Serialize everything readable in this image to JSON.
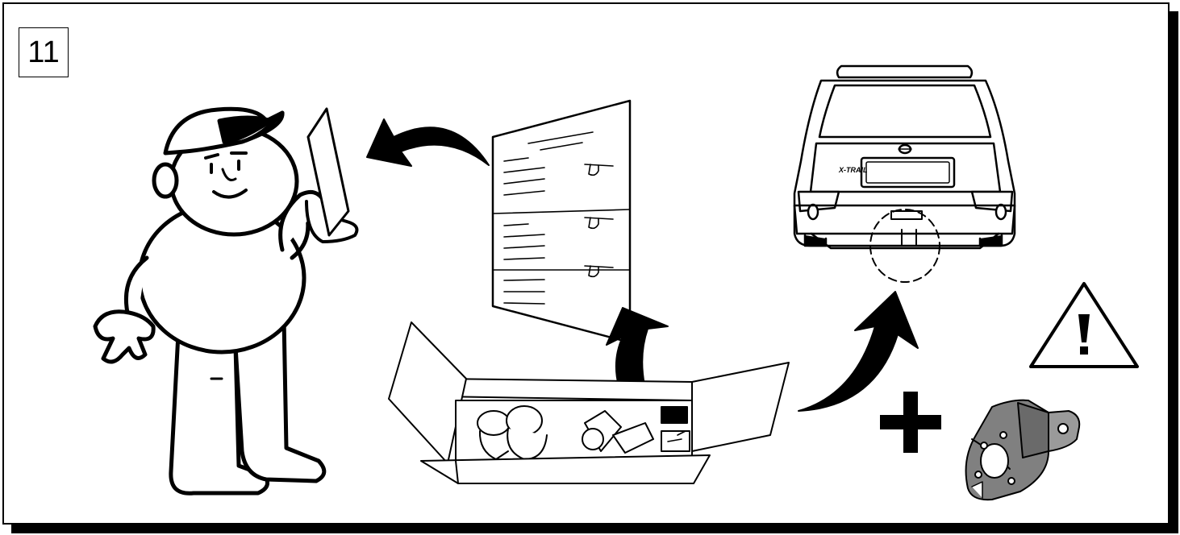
{
  "step": {
    "number": "11"
  },
  "car": {
    "badge": "X-TRAIL"
  },
  "colors": {
    "ink": "#000000",
    "paper": "#ffffff",
    "bracket": "#808080"
  },
  "icons": [
    "mechanic-figure",
    "instruction-sheet",
    "parts-box",
    "car-rear",
    "warning-triangle",
    "plus-sign",
    "socket-bracket",
    "curved-arrow"
  ]
}
